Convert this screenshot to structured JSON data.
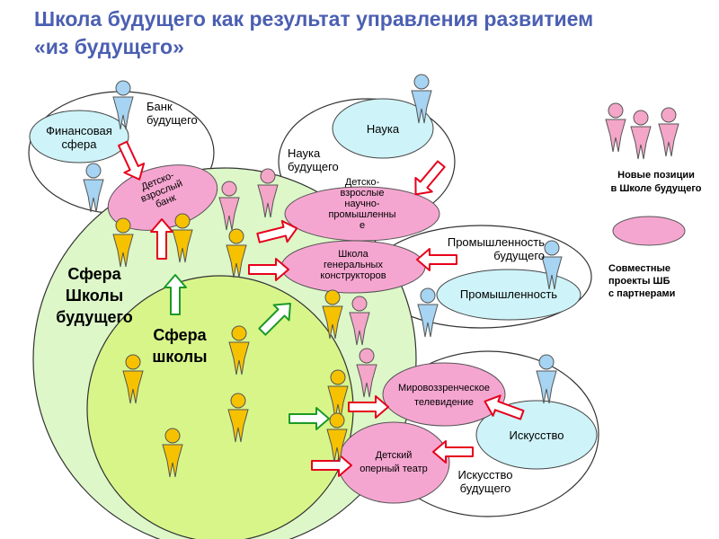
{
  "title": {
    "line1": "Школа будущего как результат управления развитием",
    "line2": "«из будущего»"
  },
  "colors": {
    "title": "#4b5fb2",
    "future_school_sphere": "#ddf7c8",
    "school_sphere": "#d8f58a",
    "partner_fill": "#cef3f8",
    "joint_project": "#f5a6d0",
    "arrow_red": "#e7001b",
    "arrow_green": "#1b9a25",
    "person_yellow": "#f6c200",
    "person_pink": "#f4a6c8",
    "person_blue": "#a6d4f2"
  },
  "labels": {
    "sphere_future_school": [
      "Сфера",
      "Школы",
      "будущего"
    ],
    "sphere_school": [
      "Сфера",
      "школы"
    ],
    "finance": [
      "Финансовая",
      "сфера"
    ],
    "bank_future": [
      "Банк",
      "будущего"
    ],
    "science": "Наука",
    "science_future": [
      "Наука",
      "будущего"
    ],
    "industry": "Промышленность",
    "industry_future": [
      "Промышленность",
      "будущего"
    ],
    "art": "Искусство",
    "art_future": [
      "Искусство",
      "будущего"
    ]
  },
  "projects": {
    "bank": [
      "Детско-",
      "взрослый",
      "банк"
    ],
    "research": [
      "Детско-",
      "взрослые",
      "научно-",
      "промышленны",
      "е"
    ],
    "constructors": [
      "Школа",
      "генеральных",
      "конструкторов"
    ],
    "tv": [
      "Мировоззренческое",
      "телевидение"
    ],
    "opera": [
      "Детский",
      "оперный театр"
    ]
  },
  "legend": {
    "new_positions": [
      "Новые позиции",
      "в Школе будущего"
    ],
    "joint_projects": [
      "Совместные",
      "проекты ШБ",
      "с партнерами"
    ]
  }
}
